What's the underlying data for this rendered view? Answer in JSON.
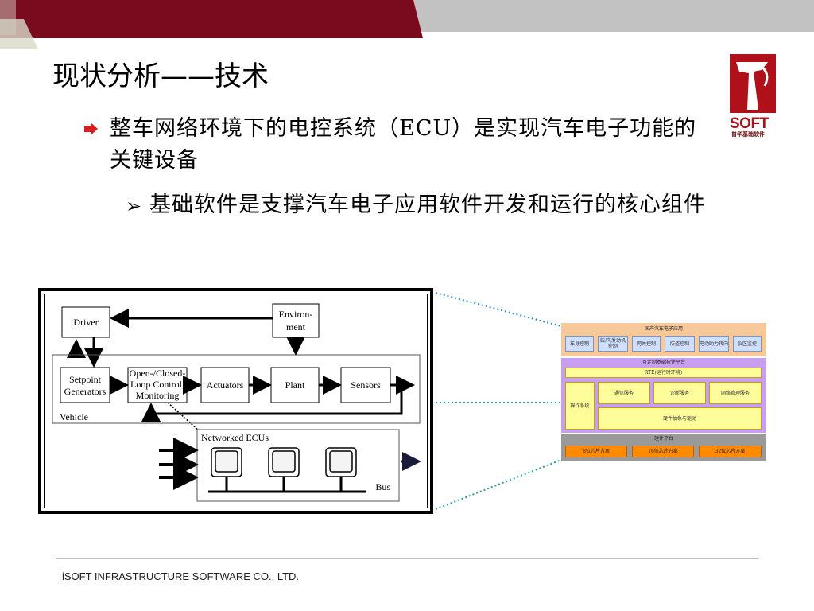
{
  "title": "现状分析——技术",
  "bullets": {
    "level1": "整车网络环境下的电控系统（ECU）是实现汽车电子功能的关键设备",
    "level2": "基础软件是支撑汽车电子应用软件开发和运行的核心组件"
  },
  "logo": {
    "text": "SOFT",
    "subtitle": "普华基础软件"
  },
  "footer": "iSOFT INFRASTRUCTURE SOFTWARE CO., LTD.",
  "ecu_diagram": {
    "driver": "Driver",
    "environment": "Environ-ment",
    "setpoint": "Setpoint Generators",
    "control": "Open-/Closed-Loop Control, Monitoring",
    "actuators": "Actuators",
    "plant": "Plant",
    "sensors": "Sensors",
    "vehicle": "Vehicle",
    "networked": "Networked ECUs",
    "bus": "Bus"
  },
  "arch_diagram": {
    "app_title": "国产汽车电子应用",
    "apps": [
      "车身控制",
      "柴/汽发动机控制",
      "网关控制",
      "防盗控制",
      "电动助力转向",
      "仪区监控"
    ],
    "platform_title": "可定制基础软件平台",
    "rte": "RTE(运行时环境)",
    "os": "操作系统",
    "services": [
      "通信服务",
      "诊断服务",
      "网络管理服务"
    ],
    "hal": "硬件抽象与驱动",
    "hw_title": "硬件平台",
    "chips": [
      "8位芯片方案",
      "16位芯片方案",
      "32位芯片方案"
    ]
  },
  "colors": {
    "brand_red": "#7a0a1e",
    "accent_red": "#b0101a",
    "connector": "#2f7fb0"
  }
}
